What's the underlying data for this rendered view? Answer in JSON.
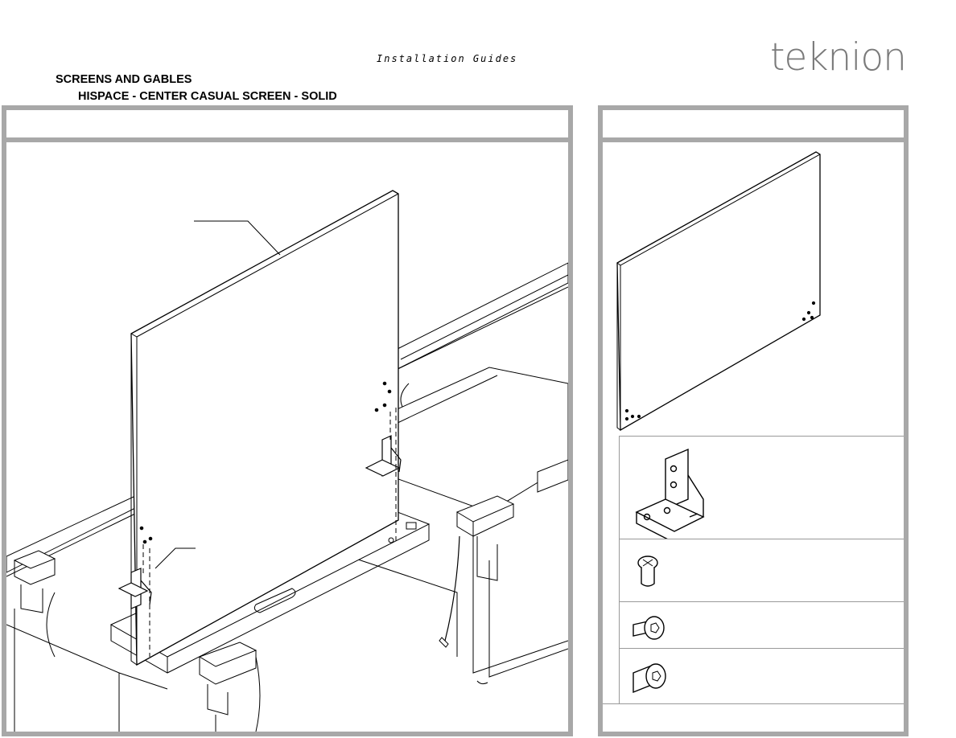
{
  "header": {
    "subtitle": "Installation Guides",
    "logo_text": "teknion",
    "section_title": "SCREENS AND GABLES",
    "product_title": "HISPACE - CENTER CASUAL SCREEN - SOLID"
  },
  "left_panel": {
    "header_label": ""
  },
  "right_panel": {
    "header_label": ""
  },
  "parts": [
    {
      "icon": "corner-bracket-icon"
    },
    {
      "icon": "flat-head-screw-icon"
    },
    {
      "icon": "hex-bolt-short-icon"
    },
    {
      "icon": "hex-bolt-long-icon"
    }
  ],
  "colors": {
    "frame": "#a8a8a8",
    "logo": "#7a7a7a",
    "line": "#000000"
  }
}
